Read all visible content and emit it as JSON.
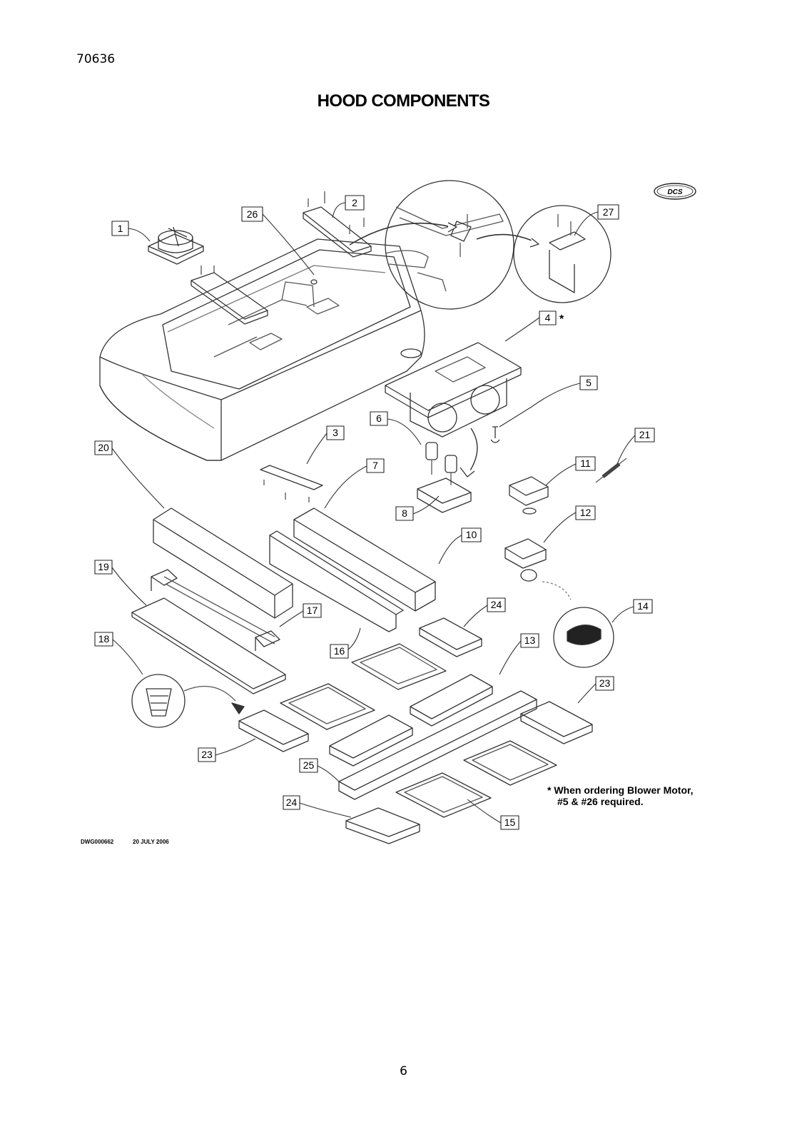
{
  "header": {
    "doc_number": "70636"
  },
  "title": "HOOD COMPONENTS",
  "logo": {
    "text": "DCS"
  },
  "callouts": [
    {
      "label": "1"
    },
    {
      "label": "2"
    },
    {
      "label": "26"
    },
    {
      "label": "27"
    },
    {
      "label": "4"
    },
    {
      "label": "5"
    },
    {
      "label": "6"
    },
    {
      "label": "3"
    },
    {
      "label": "20"
    },
    {
      "label": "21"
    },
    {
      "label": "7"
    },
    {
      "label": "11"
    },
    {
      "label": "8"
    },
    {
      "label": "12"
    },
    {
      "label": "10"
    },
    {
      "label": "19"
    },
    {
      "label": "17"
    },
    {
      "label": "24"
    },
    {
      "label": "14"
    },
    {
      "label": "18"
    },
    {
      "label": "16"
    },
    {
      "label": "13"
    },
    {
      "label": "23"
    },
    {
      "label": "23"
    },
    {
      "label": "25"
    },
    {
      "label": "24"
    },
    {
      "label": "15"
    }
  ],
  "asterisk": "*",
  "note": {
    "line1": "* When ordering Blower Motor,",
    "line2": "#5 & #26 required."
  },
  "drawing_ref": {
    "number": "DWG000662",
    "date": "20 JULY 2006"
  },
  "footer": {
    "page_number": "6"
  }
}
